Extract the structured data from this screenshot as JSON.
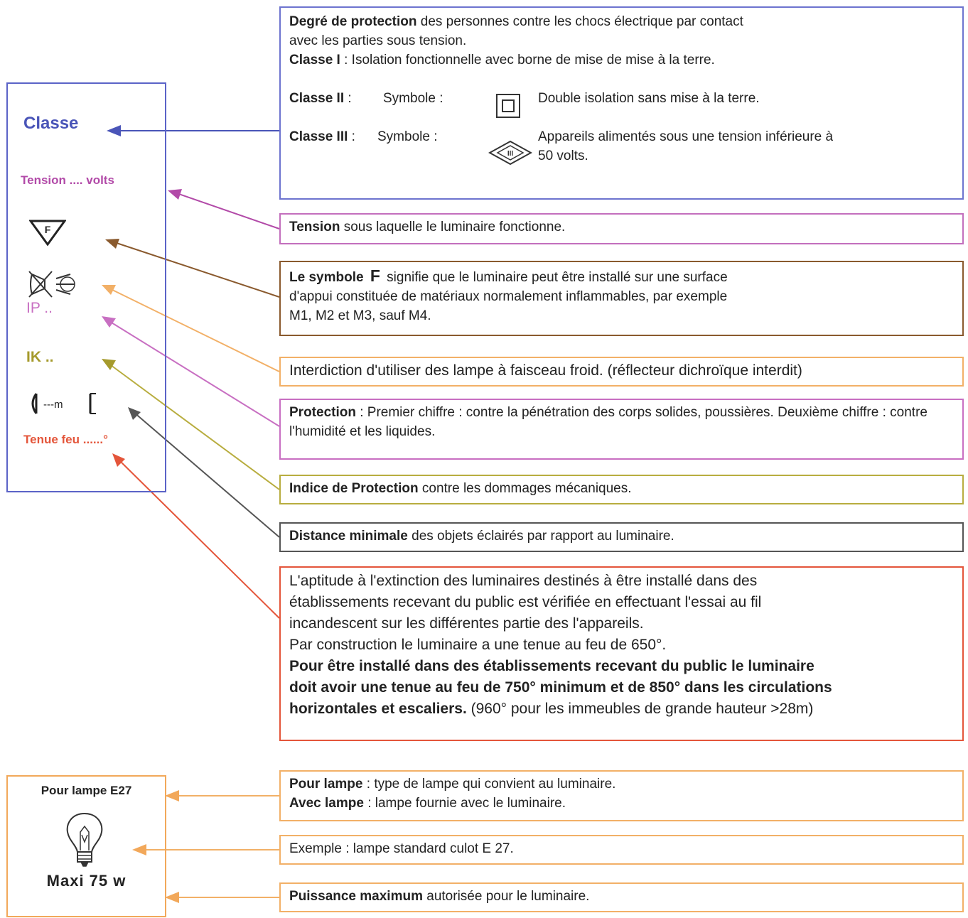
{
  "colors": {
    "classe": "#4a55b8",
    "tension": "#b24aa8",
    "symbole_f": "#8a5a2e",
    "froid": "#f2a85a",
    "ip": "#c86fc2",
    "ik": "#a59a2c",
    "distance": "#555555",
    "feu": "#e4553a",
    "lampe": "#f2a85a"
  },
  "label_panel": {
    "classe": "Classe",
    "tension": "Tension .... volts",
    "f_symbol_icon": "f-triangle-icon",
    "f_letter": "F",
    "cold_beam_icon": "crossed-dichroic-lamp-icon",
    "ip": "IP   ..",
    "ik": "IK   ..",
    "distance_icon": "minimum-distance-icon",
    "distance_text": "---m",
    "tenue_feu": "Tenue feu    ......°"
  },
  "lamp_panel": {
    "title": "Pour lampe E27",
    "bulb_icon": "light-bulb-icon",
    "maxi": "Maxi  75 w"
  },
  "boxes": {
    "classe": {
      "line1_bold": "Degré de protection",
      "line1_rest": " des personnes contre les chocs électrique par contact",
      "line2": " avec les parties sous tension.",
      "classe1_label": "Classe  I",
      "classe1_text": " :   Isolation fonctionnelle avec borne de mise de mise à la terre.",
      "classe2_label": "Classe II",
      "classe2_sep": " :",
      "classe2_symbole": "Symbole :",
      "classe2_text": "Double isolation sans mise à la terre.",
      "double_isolation_icon": "double-square-icon",
      "classe3_label": "Classe III",
      "classe3_sep": " :",
      "classe3_symbole": "Symbole :",
      "classe3_text": "Appareils alimentés sous une tension inférieure à 50 volts.",
      "tbt_icon": "diamond-iii-icon",
      "tbt_icon_text": "III"
    },
    "tension": {
      "bold": "Tension",
      "rest": " sous laquelle le luminaire fonctionne."
    },
    "symbole": {
      "bold": "Le symbole",
      "letter": "F",
      "line1_rest": " signifie que le luminaire peut être installé sur une surface",
      "line2": "d'appui constituée de matériaux normalement inflammables, par exemple",
      "line3": "M1, M2 et M3, sauf M4."
    },
    "froid": {
      "text": "Interdiction d'utiliser des lampe à faisceau froid. (réflecteur dichroïque interdit)"
    },
    "protection": {
      "bold": "Protection",
      "rest": " :  Premier chiffre : contre la pénétration des corps solides, poussières. Deuxième chiffre : contre l'humidité et les liquides."
    },
    "ik": {
      "bold": "Indice de Protection",
      "rest": "  contre les dommages mécaniques."
    },
    "distance": {
      "bold": "Distance minimale",
      "rest": " des objets éclairés par rapport au luminaire."
    },
    "feu": {
      "line1": "L'aptitude à l'extinction des luminaires destinés à être installé dans des",
      "line2": "établissements recevant du public est vérifiée en effectuant l'essai au fil",
      "line3": "incandescent sur les différentes partie des l'appareils.",
      "line4": "Par construction le luminaire a une tenue au feu de  650°.",
      "line5_bold": "Pour être installé dans des établissements recevant du public le luminaire",
      "line6_bold": "doit avoir une tenue au feu de 750° minimum et de 850° dans les circulations",
      "line7_bold": "horizontales et escaliers.",
      "line7_rest": " (960° pour les immeubles de grande hauteur >28m)"
    },
    "pour_lampe": {
      "l1_bold": "Pour lampe",
      "l1_rest": " : type de lampe qui convient au luminaire.",
      "l2_bold": "Avec lampe",
      "l2_rest": " : lampe fournie avec le luminaire."
    },
    "exemple": {
      "text": "Exemple : lampe standard culot E 27."
    },
    "puissance": {
      "bold": "Puissance maximum",
      "rest": " autorisée pour le luminaire."
    }
  }
}
